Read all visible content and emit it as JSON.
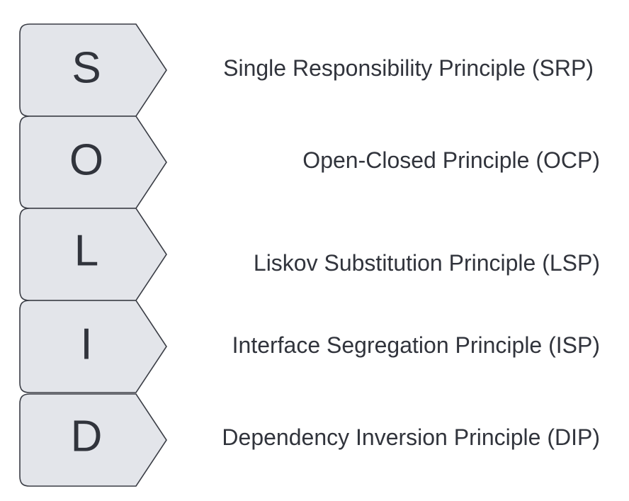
{
  "blocks": [
    {
      "letter": "S",
      "principle": "Single Responsibility Principle (SRP)"
    },
    {
      "letter": "O",
      "principle": "Open-Closed Principle (OCP)"
    },
    {
      "letter": "L",
      "principle": "Liskov Substitution Principle (LSP)"
    },
    {
      "letter": "I",
      "principle": "Interface Segregation Principle (ISP)"
    },
    {
      "letter": "D",
      "principle": "Dependency Inversion Principle (DIP)"
    }
  ],
  "colors": {
    "block_fill": "#e3e5ea",
    "block_stroke": "#3a3d45",
    "text": "#31343c",
    "background": "#ffffff"
  }
}
